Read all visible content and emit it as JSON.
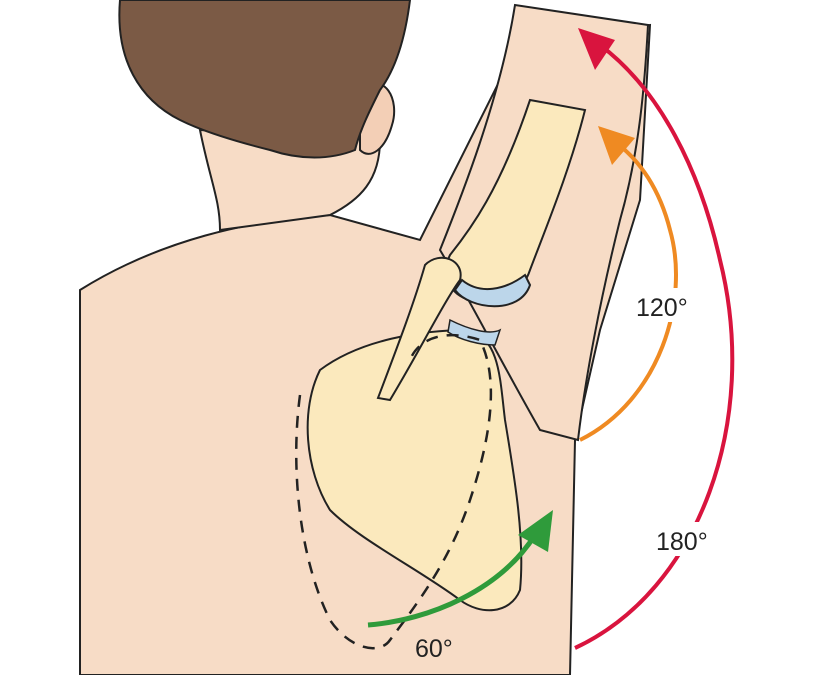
{
  "labels": {
    "orange_angle": "120°",
    "red_angle": "180°",
    "green_angle": "60°"
  },
  "colors": {
    "skin": "#f7dcc6",
    "hair": "#7b5a45",
    "bone": "#fbe9bd",
    "cartilage": "#bcd6ea",
    "red_arrow": "#d9143e",
    "orange_arrow": "#ef8a22",
    "green_arrow": "#2f9b3b"
  }
}
